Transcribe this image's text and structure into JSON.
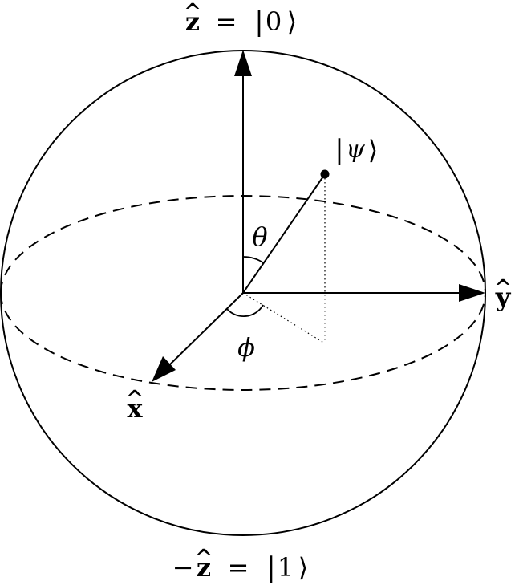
{
  "labels": {
    "z_top": {
      "axis": "z",
      "hat": "^",
      "equals": "=",
      "ket_open": "|",
      "ket_value": "0",
      "ket_close": "⟩"
    },
    "z_bottom": {
      "minus": "−",
      "axis": "z",
      "hat": "^",
      "equals": "=",
      "ket_open": "|",
      "ket_value": "1",
      "ket_close": "⟩"
    },
    "x_axis": {
      "axis": "x",
      "hat": "^"
    },
    "y_axis": {
      "axis": "y",
      "hat": "^"
    },
    "psi": {
      "ket_open": "|",
      "symbol": "ψ",
      "ket_close": "⟩"
    },
    "theta": "θ",
    "phi": "ϕ"
  },
  "colors": {
    "ink": "#000000",
    "background": "#ffffff"
  }
}
